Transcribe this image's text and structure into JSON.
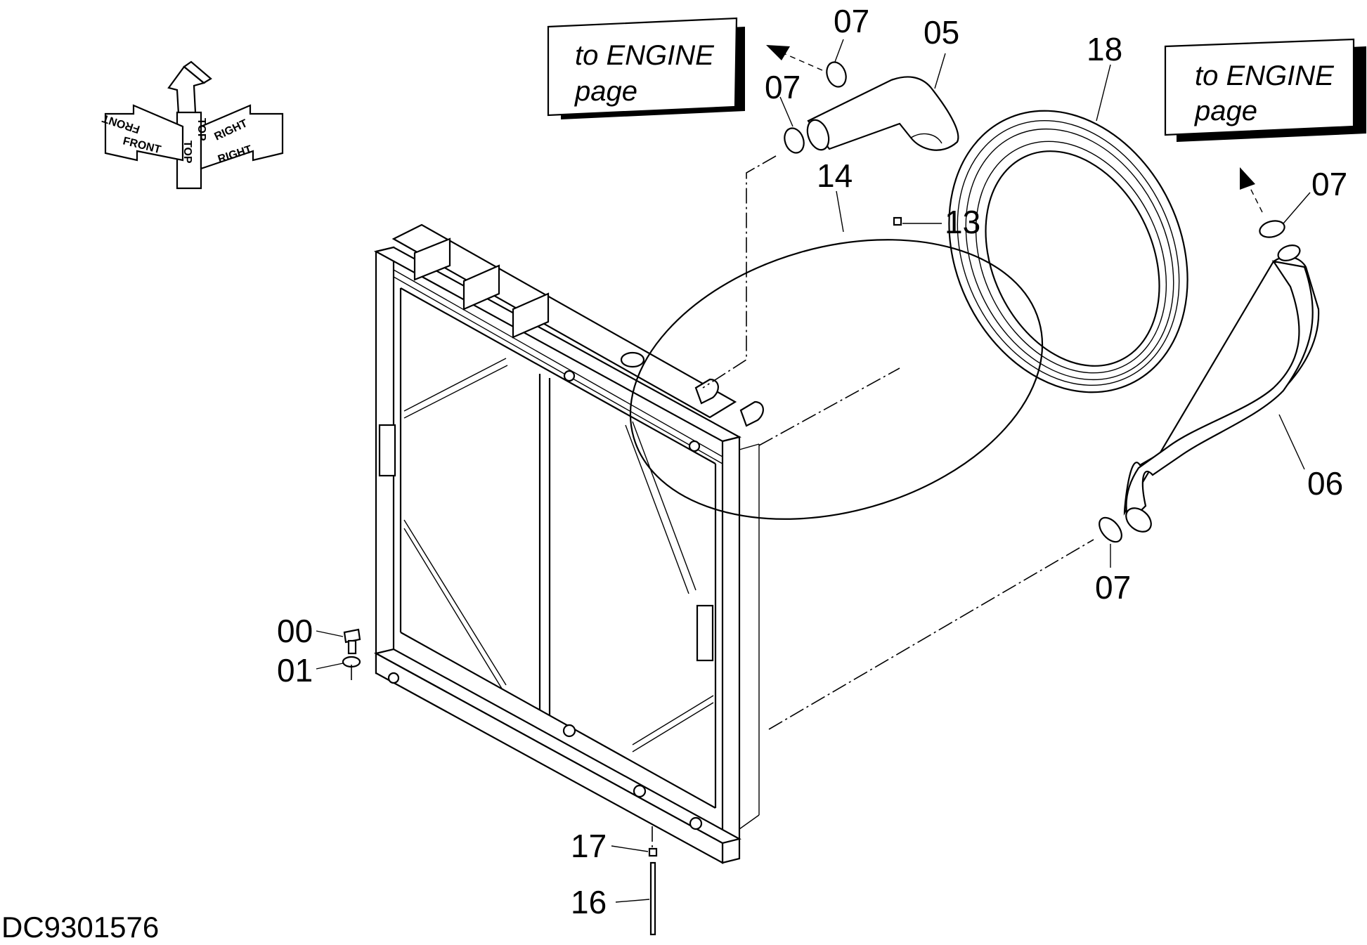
{
  "drawing_id": "DC9301576",
  "navigation": [
    {
      "line1": "to ENGINE",
      "line2": "page"
    },
    {
      "line1": "to ENGINE",
      "line2": "page"
    }
  ],
  "orientation": {
    "front": "FRONT",
    "top": "TOP",
    "right": "RIGHT"
  },
  "callouts": {
    "c00": "00",
    "c01": "01",
    "c05": "05",
    "c06": "06",
    "c07a": "07",
    "c07b": "07",
    "c07c": "07",
    "c07d": "07",
    "c13": "13",
    "c14": "14",
    "c16": "16",
    "c17": "17",
    "c18": "18"
  }
}
